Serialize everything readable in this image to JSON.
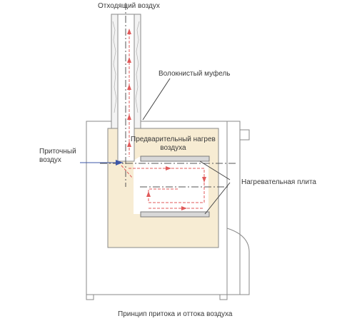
{
  "labels": {
    "exhaust_air": "Отходящий воздух",
    "fiber_muffle": "Волокнистый муфель",
    "preheat_line1": "Предварительный нагрев",
    "preheat_line2": "воздуха",
    "supply_line1": "Приточный",
    "supply_line2": "воздух",
    "heating_plate": "Нагревательная плита"
  },
  "caption": "Принцип притока и оттока воздуха",
  "colors": {
    "outline": "#8a8a8a",
    "muffle_fill": "#f7ecd3",
    "chimney_fill": "#f3f3f3",
    "air_flow_red": "#e05a5a",
    "supply_arrow_blue": "#3d57a8",
    "plate_fill": "#d8d8d8"
  }
}
